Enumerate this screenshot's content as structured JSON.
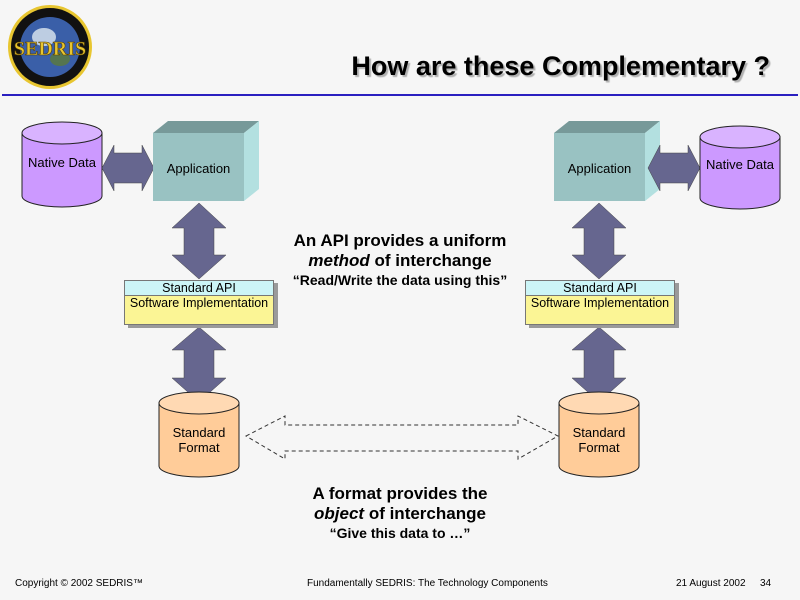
{
  "slide": {
    "title": "How are these Complementary ?",
    "logo_text": "SEDRIS",
    "colors": {
      "title_rule": "#2a1fc0",
      "native_data": "#cc99ff",
      "application": "#99c2c2",
      "standard_format": "#ffcc99",
      "api_top": "#ccf5f7",
      "api_bottom": "#fbf595",
      "arrow": "#66668f"
    }
  },
  "left_stack": {
    "native_data": "Native Data",
    "application": "Application",
    "api": "Standard API",
    "software_impl": "Software Implementation",
    "format": "Standard Format"
  },
  "right_stack": {
    "native_data": "Native Data",
    "application": "Application",
    "api": "Standard API",
    "software_impl": "Software Implementation",
    "format": "Standard Format"
  },
  "api_caption": {
    "line1": "An API provides a uniform",
    "line2_em": "method",
    "line2_rest": " of interchange",
    "quote": "“Read/Write the data using this”"
  },
  "format_caption": {
    "line1": "A format provides the",
    "line2_em": "object",
    "line2_rest": " of interchange",
    "quote": "“Give this data to …”"
  },
  "footer": {
    "copyright": "Copyright © 2002 SEDRIS™",
    "presentation": "Fundamentally SEDRIS: The Technology Components",
    "date": "21 August 2002",
    "page": "34"
  }
}
